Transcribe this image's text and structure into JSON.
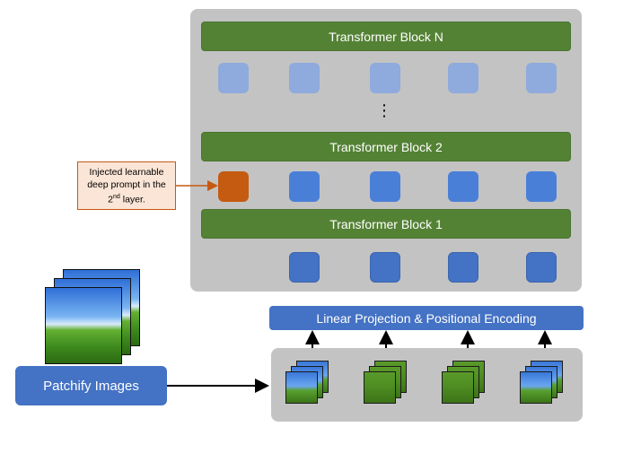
{
  "encoder": {
    "blocks": {
      "top": "Transformer Block N",
      "middle": "Transformer Block 2",
      "bottom": "Transformer Block 1"
    },
    "ellipsis": "⋮"
  },
  "callout": {
    "line1": "Injected learnable",
    "line2": "deep prompt in the",
    "line3_num": "2",
    "line3_sup": "nd",
    "line3_rest": " layer."
  },
  "linear_projection": "Linear Projection & Positional Encoding",
  "patchify": "Patchify Images",
  "colors": {
    "transformer_block": "#548235",
    "prompt_token": "#c55a11",
    "token": "#4472c4",
    "panel": "#c3c3c3"
  },
  "icons": [
    "image-stack-icon",
    "image-patch-icon",
    "arrow-icon"
  ]
}
